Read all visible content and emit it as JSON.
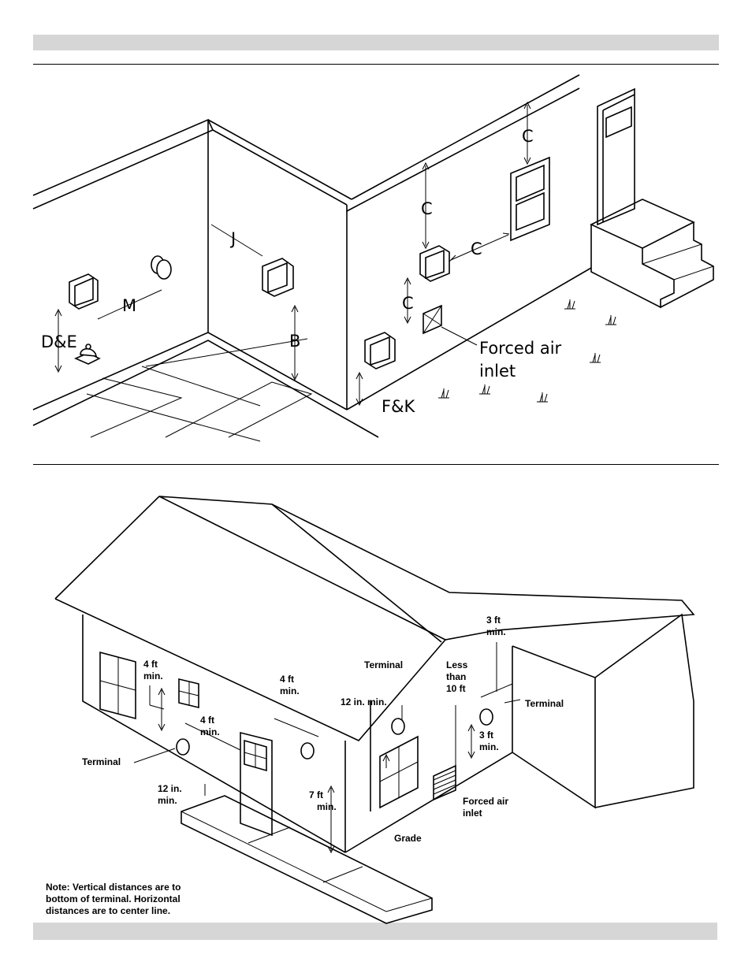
{
  "top_diagram": {
    "labels": {
      "c1": "C",
      "c2": "C",
      "c3": "C",
      "c4": "C",
      "j": "J",
      "m": "M",
      "b": "B",
      "de": "D&E",
      "fk": "F&K",
      "forced_1": "Forced air",
      "forced_2": "inlet"
    }
  },
  "bottom_diagram": {
    "labels": {
      "terminal_left": "Terminal",
      "terminal_mid": "Terminal",
      "terminal_right": "Terminal",
      "ft4_a_1": "4 ft",
      "ft4_a_2": "min.",
      "ft4_b_1": "4 ft",
      "ft4_b_2": "min.",
      "ft4_c_1": "4 ft",
      "ft4_c_2": "min.",
      "in12_a_1": "12 in.",
      "in12_a_2": "min.",
      "in12_b": "12 in. min.",
      "ft7_1": "7 ft",
      "ft7_2": "min.",
      "ft3_a_1": "3 ft",
      "ft3_a_2": "min.",
      "ft3_b_1": "3 ft",
      "ft3_b_2": "min.",
      "less_1": "Less",
      "less_2": "than",
      "less_3": "10 ft",
      "forced_1": "Forced air",
      "forced_2": "inlet",
      "grade": "Grade",
      "note_1": "Note: Vertical distances are to",
      "note_2": "bottom of terminal. Horizontal",
      "note_3": "distances are to center line."
    }
  }
}
